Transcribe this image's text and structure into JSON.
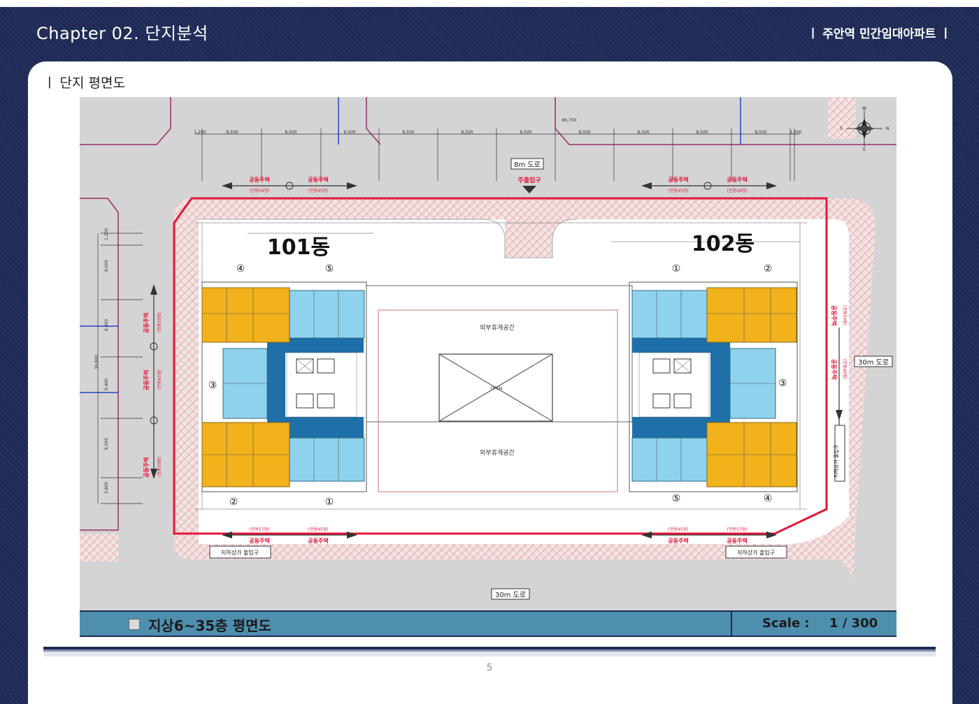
{
  "header": {
    "chapter": "Chapter 02. 단지분석",
    "document_title": "ㅣ 주안역 민간임대아파트 ㅣ"
  },
  "section": {
    "title": "ㅣ 단지 평면도"
  },
  "plan": {
    "buildings": [
      "101동",
      "102동"
    ],
    "roads": {
      "north": "8m 도로",
      "south": "30m 도로",
      "east": "30m 도로"
    },
    "main_entrance": "주출입구",
    "rest_area": [
      "외부휴게공간",
      "외부휴게공간"
    ],
    "open_label": "OPEN",
    "compass": {
      "n": "N",
      "s": "S",
      "e": "E",
      "w": "W"
    },
    "unit_labels": {
      "housing": "공동주택",
      "type45": "(전용45형)",
      "type59": "(전용59형)",
      "type57": "(전용57형)"
    },
    "underground_entrance": [
      "지하상가 출입구",
      "저하상가 출입구"
    ],
    "b101_units": {
      "top": [
        "④",
        "⑤"
      ],
      "side": "③",
      "bottom": [
        "②",
        "①"
      ]
    },
    "b102_units": {
      "top": [
        "①",
        "②"
      ],
      "side": "③",
      "bottom": [
        "⑤",
        "④"
      ]
    },
    "dim_total": "86,700",
    "dim_segments": [
      "8,500",
      "8,500",
      "8,500",
      "8,500",
      "8,500",
      "8,500",
      "8,500",
      "8,500",
      "8,500",
      "8,500"
    ],
    "dim_ends": [
      "1,200",
      "1,200"
    ],
    "dim_vertical": [
      "39,800",
      "8,000",
      "8,400",
      "9,400",
      "8,500",
      "3,800",
      "1,200"
    ],
    "east_stair": "지하상가 출입구"
  },
  "footer": {
    "title": "지상6~35층 평면도",
    "scale_label": "Scale :",
    "scale_value": "1 / 300"
  },
  "page_number": "5",
  "colors": {
    "navy": "#1f2b57",
    "site_boundary": "#e0193a",
    "unit_yellow": "#f2b21c",
    "unit_blue": "#8fd2ee",
    "core_blue": "#1f6fa8",
    "footer_bar": "#4f8fae"
  }
}
